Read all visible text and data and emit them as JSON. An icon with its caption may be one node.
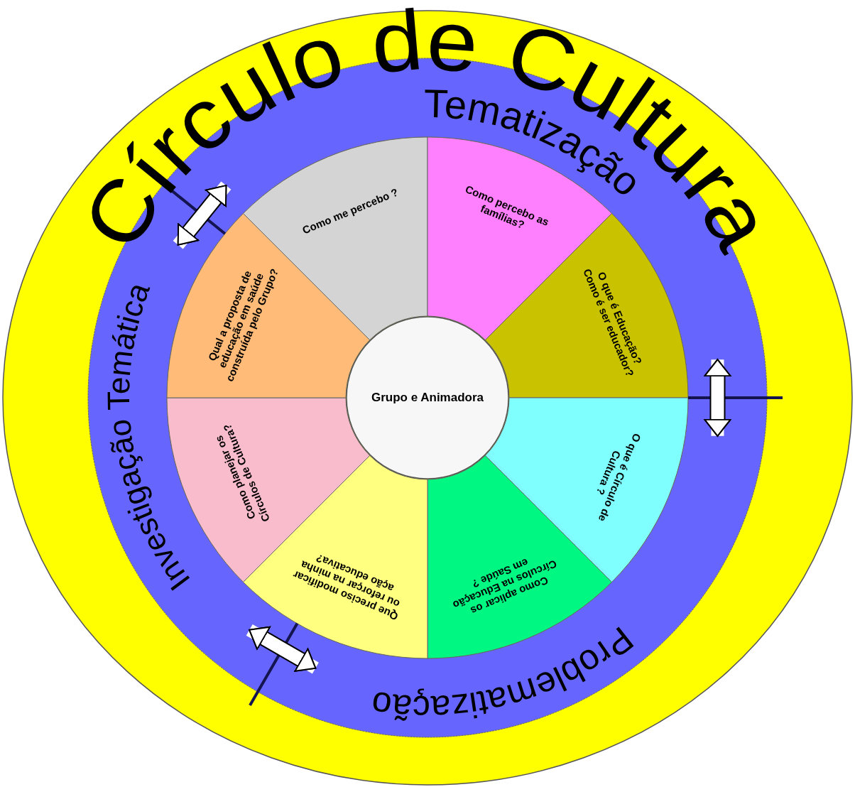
{
  "diagram": {
    "title": "Círculo de Cultura",
    "nodes": [
      {
        "text": [
          "Tematização"
        ]
      },
      {
        "text": [
          "Problematização"
        ]
      },
      {
        "text": [
          "Investigação Temática"
        ]
      },
      {
        "text": [
          "Como me percebo ?"
        ]
      },
      {
        "text": [
          "Como percebo as famílias?"
        ]
      },
      {
        "text": [
          "O que é Educação? Como é ser educador?"
        ]
      },
      {
        "text": [
          "O que é Círculo de Cultura ?"
        ]
      },
      {
        "text": [
          "Como aplicar os Círculos na Educação em Saúde ?"
        ]
      },
      {
        "text": [
          "Que preciso modificar ou reforçar na minha ação educativa?"
        ]
      },
      {
        "text": [
          "Como planejar os Círculos de Cultura?"
        ]
      },
      {
        "text": [
          "Qual a proposta de educação em saúde construída pelo Grupo?"
        ]
      },
      {
        "text": [
          "Grupo e Animadora"
        ]
      }
    ],
    "edges": [
      {
        "from": 2,
        "to": 0,
        "arrow": "both"
      },
      {
        "from": 0,
        "to": 1,
        "arrow": "both"
      },
      {
        "from": 1,
        "to": 2,
        "arrow": "both"
      }
    ]
  }
}
